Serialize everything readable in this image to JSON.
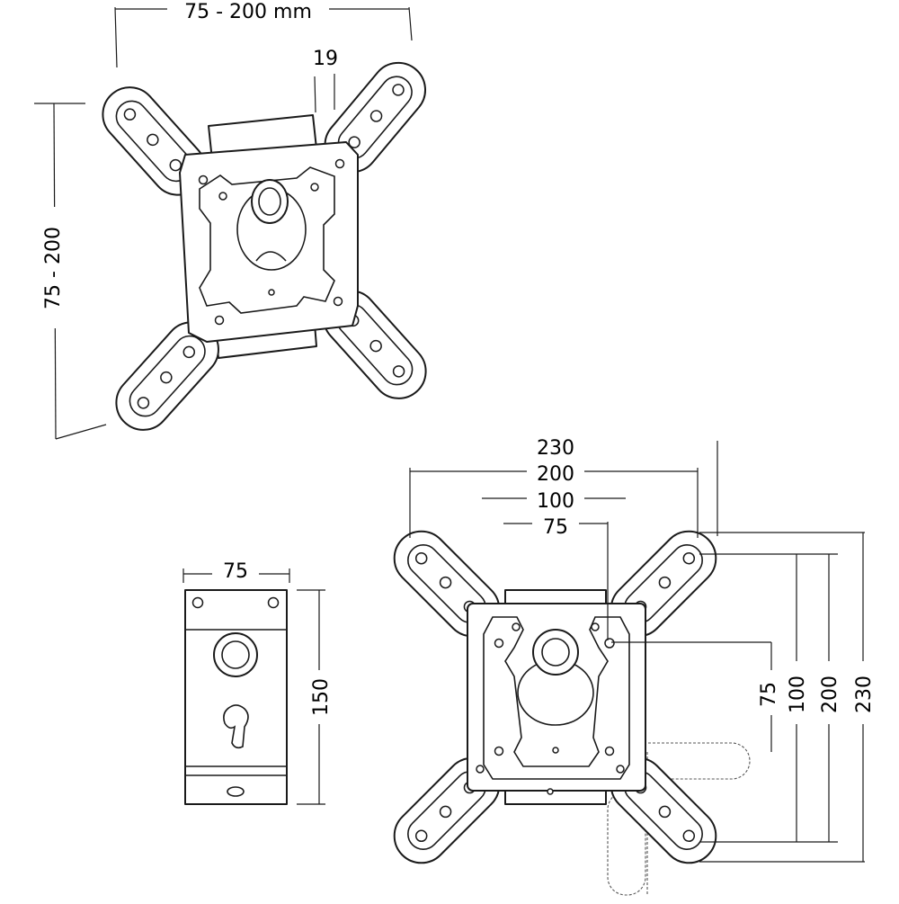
{
  "labels": {
    "tilted_width": "75 - 200 mm",
    "tilted_height": "75 - 200",
    "tilted_depth": "19",
    "plate_width": "75",
    "plate_height": "150",
    "front_h_230": "230",
    "front_h_200": "200",
    "front_h_100": "100",
    "front_h_75": "75",
    "front_v_75": "75",
    "front_v_100": "100",
    "front_v_200": "200",
    "front_v_230": "230"
  }
}
